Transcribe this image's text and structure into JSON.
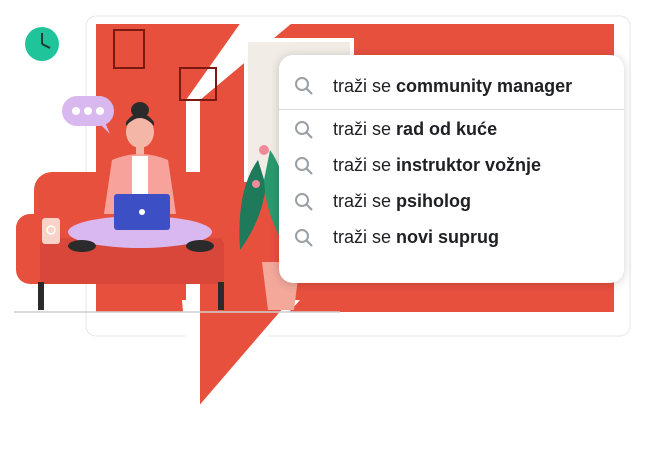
{
  "search": {
    "query_prefix": "traži se",
    "query_term": "community manager",
    "icon": "search-icon"
  },
  "suggestions": [
    {
      "prefix": "traži se",
      "term": "rad od kuće"
    },
    {
      "prefix": "traži se",
      "term": "instruktor vožnje"
    },
    {
      "prefix": "traži se",
      "term": "psiholog"
    },
    {
      "prefix": "traži se",
      "term": "novi suprug"
    }
  ],
  "colors": {
    "accent_red": "#E8503E",
    "clock_green": "#1FC49A",
    "laptop_blue": "#3D4FC4",
    "bubble_lilac": "#D9B8F0",
    "sofa_red": "#E8503E",
    "icon_grey": "#9AA0A6"
  },
  "illustration": {
    "icons": [
      "clock-icon",
      "chat-bubble-icon",
      "laptop-icon",
      "plant-icon"
    ]
  }
}
